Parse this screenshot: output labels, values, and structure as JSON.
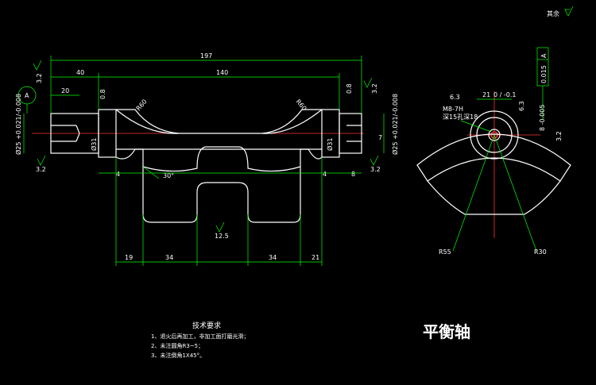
{
  "title": "平衡轴",
  "corner_note": "其余",
  "datum_label": "A",
  "notes": {
    "heading": "技术要求",
    "items": [
      "1、退火后再加工，非加工面打磨光滑；",
      "2、未注圆角R3~5；",
      "3、未注倒角1X45°。"
    ]
  },
  "front_view": {
    "overall_length": "197",
    "span_left": "40",
    "span_middle": "140",
    "journal_length": "20",
    "journal_dia_left": "Ø25 +0.021/-0.008",
    "journal_dia_right": "Ø25 +0.021/-0.008",
    "shoulder_dia_left": "Ø31",
    "shoulder_dia_right": "Ø31",
    "radius_left": "R60",
    "radius_right": "R60",
    "taper_angle": "30°",
    "key_dim": "7",
    "step_left": "4",
    "step_right": "4",
    "gap_right": "8",
    "bottom_dims": [
      "19",
      "34",
      "34",
      "21"
    ],
    "roughness": {
      "left_top": "3.2",
      "left_bottom": "3.2",
      "shoulder": "0.8",
      "right_top": "3.2",
      "right_top2": "0.8",
      "right_bottom": "3.2",
      "bottom_center": "12.5"
    }
  },
  "side_view": {
    "thread": "M8-7H",
    "hole_note": "深15孔深18",
    "width": "21",
    "width_tol": "0 / -0.1",
    "dim_top": "6.3",
    "roughness_right": "6.3",
    "roughness_right2": "3.2",
    "tol_frame_value": "0.015",
    "tol_frame_datum": "A",
    "vertical_dim": "8 -0.005",
    "radius_small": "R55",
    "radius_large": "R30"
  }
}
